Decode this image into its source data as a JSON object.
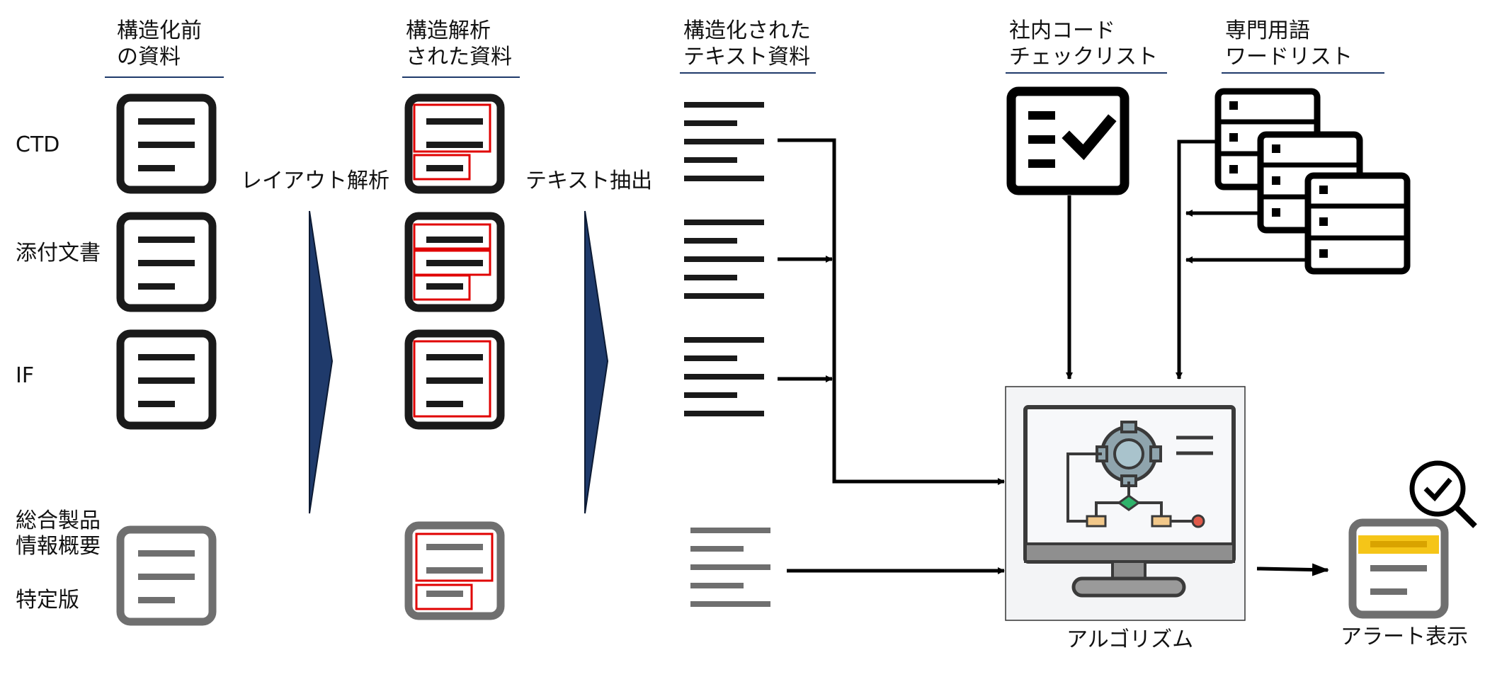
{
  "headers": {
    "col1": "構造化前\nの資料",
    "col2": "構造解析\nされた資料",
    "col3": "構造化された\nテキスト資料",
    "col4": "社内コード\nチェックリスト",
    "col5": "専門用語\nワードリスト"
  },
  "rows": {
    "ctd": "CTD",
    "attached": "添付文書",
    "if": "IF",
    "summary": "総合製品\n情報概要",
    "special": "特定版"
  },
  "steps": {
    "layout": "レイアウト解析",
    "extract": "テキスト抽出"
  },
  "outputs": {
    "algorithm": "アルゴリズム",
    "alert": "アラート表示"
  },
  "colors": {
    "accent_navy": "#1f3a6b",
    "layout_box_red": "#e00000",
    "icon_black": "#1a1a1a",
    "icon_gray": "#6f6f6f",
    "alert_highlight": "#f5c518"
  }
}
